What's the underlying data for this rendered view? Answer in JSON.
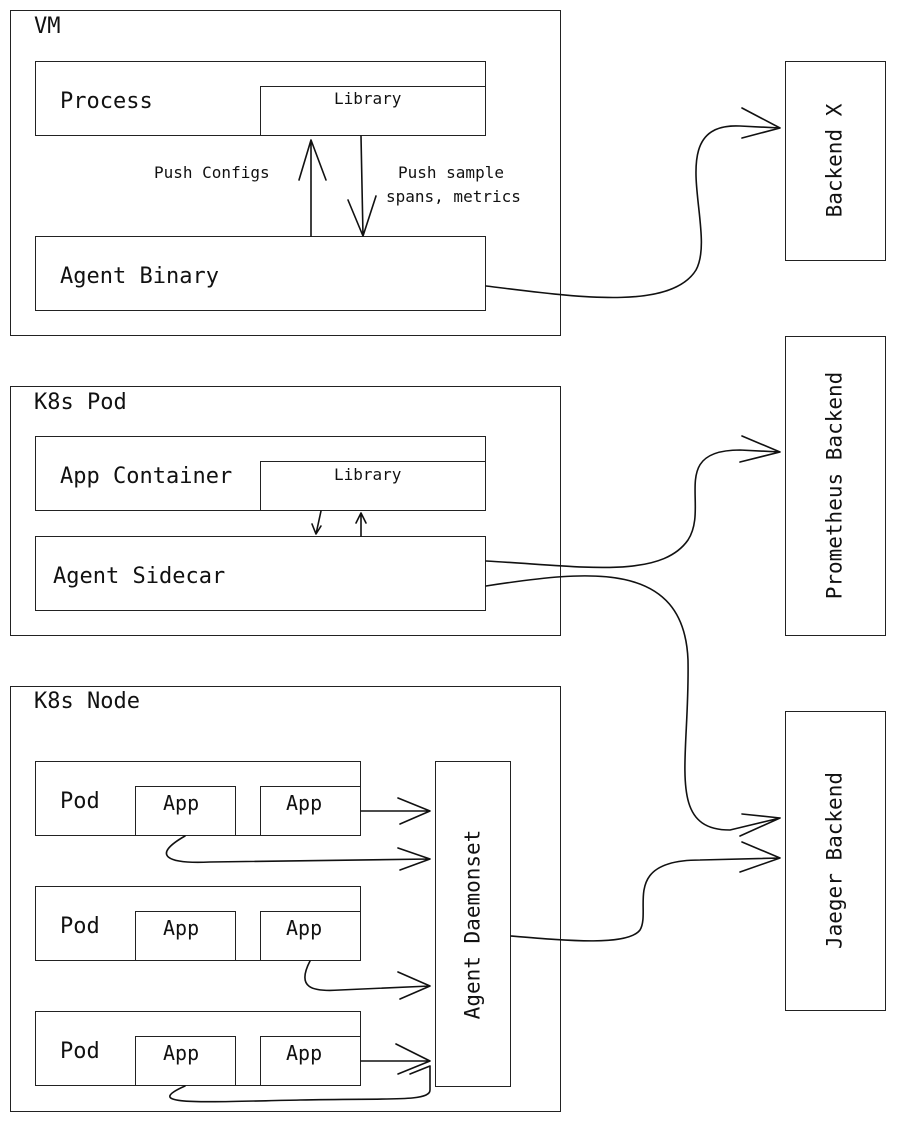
{
  "vm": {
    "title": "VM",
    "process_label": "Process",
    "library_label": "Library",
    "agent_label": "Agent Binary",
    "push_configs_label": "Push Configs",
    "push_sample_line1": "Push sample",
    "push_sample_line2": "spans, metrics"
  },
  "pod": {
    "title": "K8s Pod",
    "app_container_label": "App Container",
    "library_label": "Library",
    "sidecar_label": "Agent Sidecar"
  },
  "node": {
    "title": "K8s Node",
    "daemonset_label": "Agent Daemonset",
    "pods": [
      {
        "label": "Pod",
        "apps": [
          "App",
          "App"
        ]
      },
      {
        "label": "Pod",
        "apps": [
          "App",
          "App"
        ]
      },
      {
        "label": "Pod",
        "apps": [
          "App",
          "App"
        ]
      }
    ]
  },
  "backends": {
    "backend_x": "Backend X",
    "prometheus": "Prometheus Backend",
    "jaeger": "Jaeger Backend"
  }
}
